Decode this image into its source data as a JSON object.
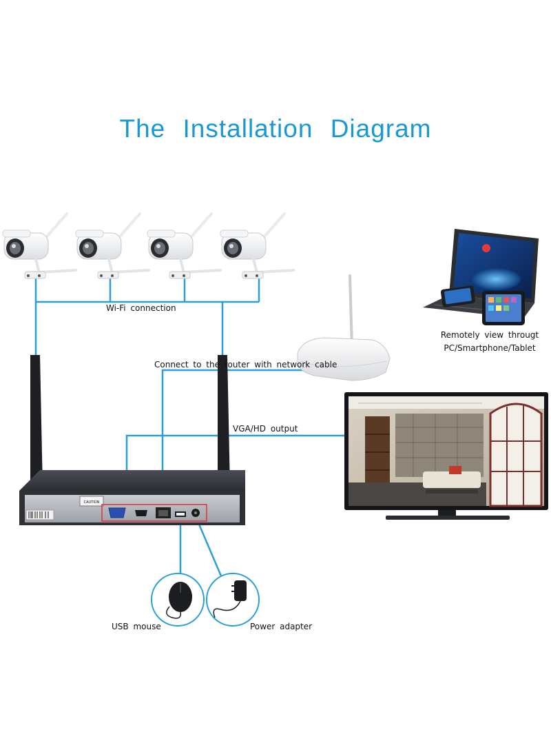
{
  "title": "The Installation Diagram",
  "labels": {
    "wifi": "Wi-Fi connection",
    "router": "Connect to the router with network cable",
    "vga": "VGA/HD output",
    "remote_line1": "Remotely view througt",
    "remote_line2": "PC/Smartphone/Tablet",
    "mouse": "USB mouse",
    "power": "Power adapter"
  },
  "nvr_panel": {
    "caution": "CAUTION"
  },
  "colors": {
    "title": "#1a98d5",
    "cable": "#2a9fd6",
    "nvr_body": "#3a3d44",
    "antenna": "#1e1f22"
  },
  "icons": [
    "bullet-camera-icon",
    "router-icon",
    "laptop-icon",
    "smartphone-icon",
    "tablet-icon",
    "monitor-icon",
    "nvr-icon",
    "usb-mouse-icon",
    "power-adapter-icon"
  ]
}
